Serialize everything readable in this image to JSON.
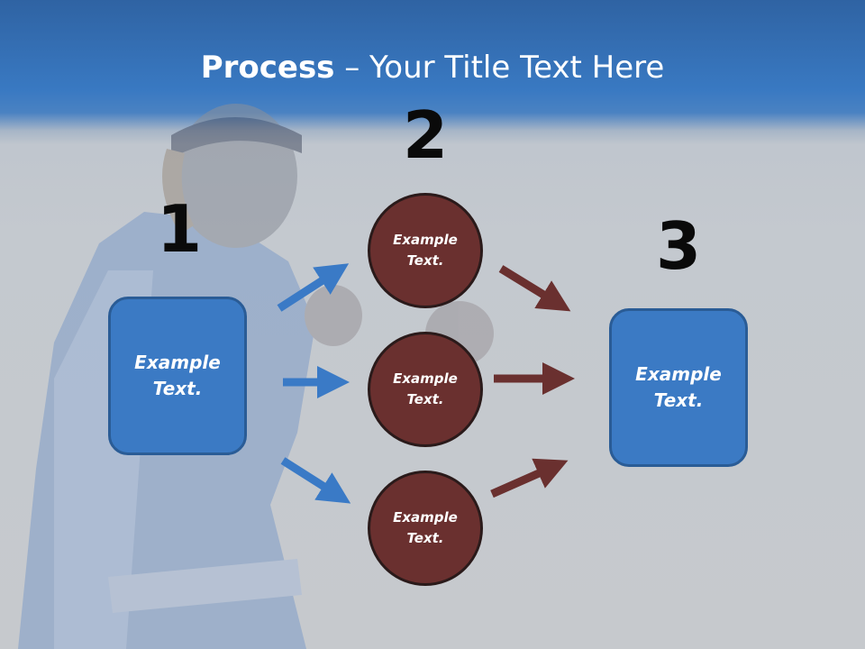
{
  "title": {
    "bold": "Process",
    "rest": " – Your Title Text Here"
  },
  "steps": {
    "one": "1",
    "two": "2",
    "three": "3"
  },
  "left_box": {
    "line1": "Example",
    "line2": "Text."
  },
  "right_box": {
    "line1": "Example",
    "line2": "Text."
  },
  "circles": [
    {
      "line1": "Example",
      "line2": "Text."
    },
    {
      "line1": "Example",
      "line2": "Text."
    },
    {
      "line1": "Example",
      "line2": "Text."
    }
  ],
  "colors": {
    "header_blue": "#3979c2",
    "box_blue": "#3b7ac4",
    "circle_brown": "#6a302f",
    "arrow_blue": "#3a7ac6",
    "arrow_brown": "#6a302f"
  }
}
